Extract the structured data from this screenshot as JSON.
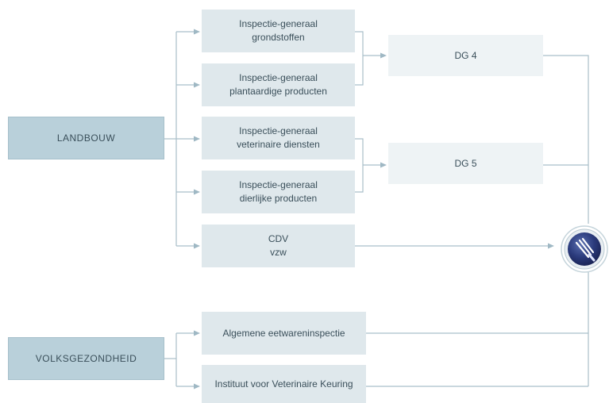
{
  "roots": {
    "landbouw": "LANDBOUW",
    "volksgezondheid": "VOLKSGEZONDHEID"
  },
  "inspections": {
    "grondstoffen": "Inspectie-generaal\ngrondstoffen",
    "plantaardig": "Inspectie-generaal\nplantaardige producten",
    "veterinair": "Inspectie-generaal\nveterinaire diensten",
    "dierlijk": "Inspectie-generaal\ndierlijke producten",
    "cdv": "CDV\nvzw",
    "eetwaren": "Algemene eetwareninspectie",
    "ivk": "Instituut voor Veterinaire Keuring"
  },
  "directorates": {
    "dg4": "DG 4",
    "dg5": "DG 5"
  },
  "logo": {
    "icon": "fork-emblem-icon"
  },
  "colors": {
    "root_fill": "#b9d0da",
    "box_fill": "#dfe8ec",
    "dg_fill": "#eef3f5",
    "line": "#9fb8c4",
    "text": "#3a4f5a",
    "logo_navy": "#24336e"
  }
}
